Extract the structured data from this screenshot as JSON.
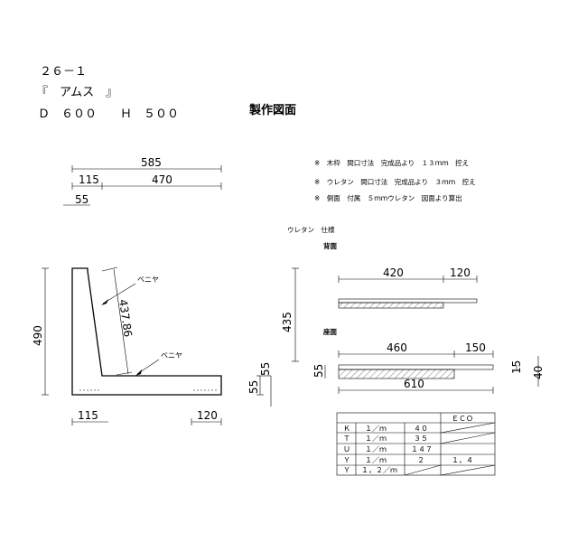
{
  "header": {
    "code": "２６－１",
    "name": "『　アムス　』",
    "size": "Ｄ　６００　　Ｈ　５００",
    "title": "製作図面"
  },
  "notes": [
    "※　木枠　間口寸法　完成品より　１３ｍｍ　控え",
    "※　ウレタン　間口寸法　完成品より　３ｍｍ　控え",
    "※　側面　付属　５ｍｍウレタン　図面より算出"
  ],
  "frame_dims": {
    "top_585": "585",
    "top_115": "115",
    "top_470": "470",
    "top_55": "55",
    "height_490": "490",
    "diag_43786": "437.86",
    "bot_115": "115",
    "bot_120": "120",
    "left_55": "55",
    "left_55b": "55",
    "label_veneer_upper": "ベニヤ",
    "label_veneer_lower": "ベニヤ"
  },
  "urethane": {
    "spec_title": "ウレタン　仕様",
    "back_label": "背面",
    "seat_label": "座面",
    "back_420": "420",
    "back_120": "120",
    "back_435": "435",
    "seat_460": "460",
    "seat_150": "150",
    "seat_610": "610",
    "seat_55": "55",
    "seat_15": "15",
    "seat_40": "40"
  },
  "spec_table": {
    "eco_header": "ＥＣＯ",
    "rows": [
      {
        "code": "Ｋ",
        "density": "１／ｍ",
        "value": "４０",
        "eco": ""
      },
      {
        "code": "Ｔ",
        "density": "１／ｍ",
        "value": "３５",
        "eco": ""
      },
      {
        "code": "Ｕ",
        "density": "１／ｍ",
        "value": "１４７",
        "eco": ""
      },
      {
        "code": "Ｙ",
        "density": "１／ｍ",
        "value": "２",
        "eco": "１，４"
      },
      {
        "code": "Ｙ",
        "density": "１，２／ｍ",
        "value": "",
        "eco": ""
      }
    ]
  }
}
